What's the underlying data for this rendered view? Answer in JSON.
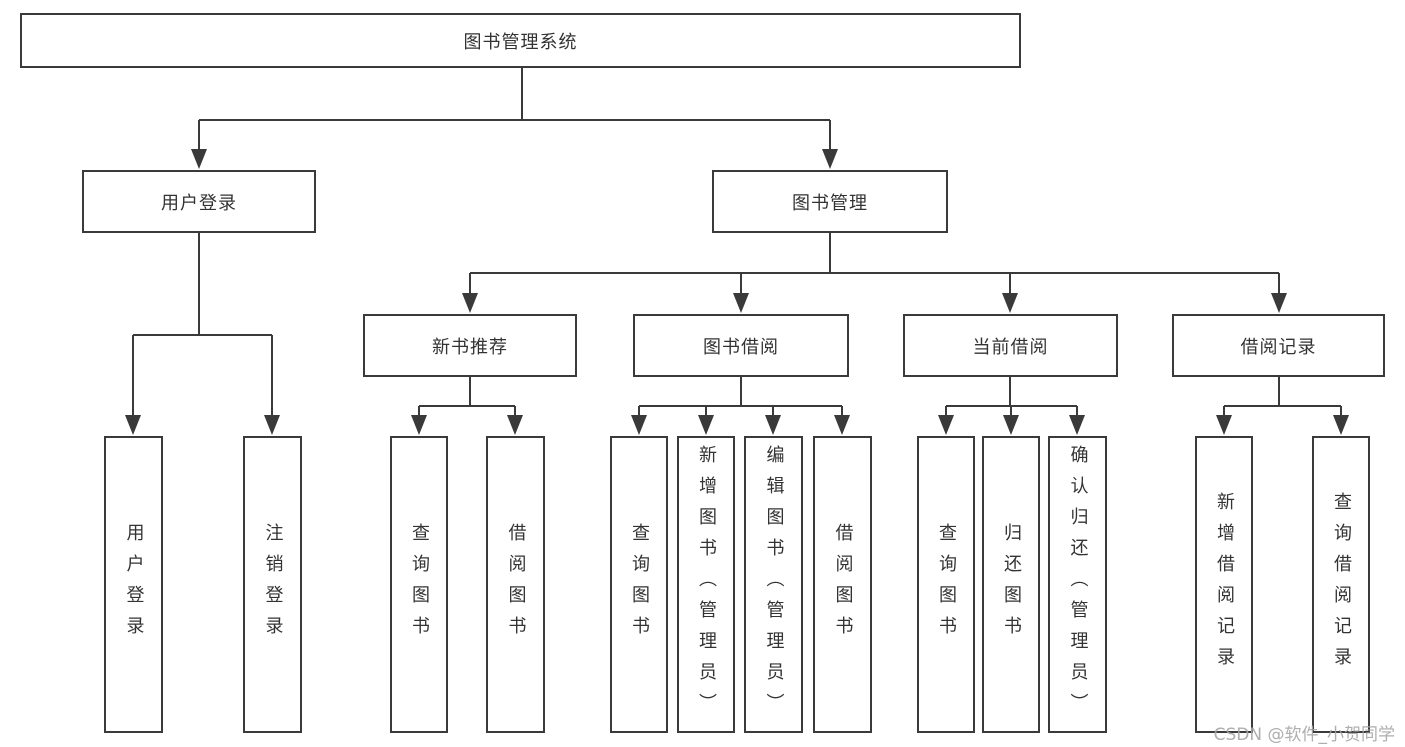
{
  "tree": {
    "root": {
      "label": "图书管理系统",
      "children": [
        {
          "label": "用户登录",
          "children": [
            {
              "label": "用户登录"
            },
            {
              "label": "注销登录"
            }
          ]
        },
        {
          "label": "图书管理",
          "children": [
            {
              "label": "新书推荐",
              "children": [
                {
                  "label": "查询图书"
                },
                {
                  "label": "借阅图书"
                }
              ]
            },
            {
              "label": "图书借阅",
              "children": [
                {
                  "label": "查询图书"
                },
                {
                  "label": "新增图书（管理员）"
                },
                {
                  "label": "编辑图书（管理员）"
                },
                {
                  "label": "借阅图书"
                }
              ]
            },
            {
              "label": "当前借阅",
              "children": [
                {
                  "label": "查询图书"
                },
                {
                  "label": "归还图书"
                },
                {
                  "label": "确认归还（管理员）"
                }
              ]
            },
            {
              "label": "借阅记录",
              "children": [
                {
                  "label": "新增借阅记录"
                },
                {
                  "label": "查询借阅记录"
                }
              ]
            }
          ]
        }
      ]
    }
  },
  "watermark": {
    "text": "CSDN @软件_小贺同学"
  },
  "colors": {
    "line": "#3a3a3a",
    "text": "#333333",
    "background": "#ffffff",
    "watermark": "#a5a5a5"
  }
}
